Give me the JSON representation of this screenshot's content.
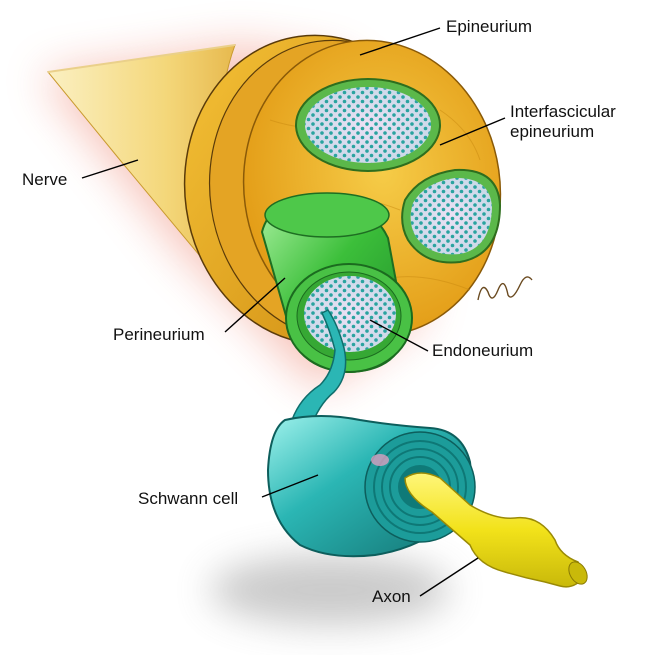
{
  "labels": {
    "epineurium": "Epineurium",
    "interfascicular_line1": "Interfascicular",
    "interfascicular_line2": "epineurium",
    "nerve": "Nerve",
    "perineurium": "Perineurium",
    "endoneurium": "Endoneurium",
    "schwann_cell": "Schwann cell",
    "axon": "Axon"
  },
  "colors": {
    "epineurium_gold": "#e9a419",
    "epineurium_light": "#f6cc48",
    "nerve_cone": "#f5dc8a",
    "perineurium_green": "#3cbf3a",
    "endoneurium_fill": "#d9c7e8",
    "endoneurium_dots": "#2aa3a0",
    "schwann_teal": "#2bb6b4",
    "axon_yellow": "#f2e21a",
    "glow_red": "#e8573a",
    "leader_line": "#000000"
  }
}
